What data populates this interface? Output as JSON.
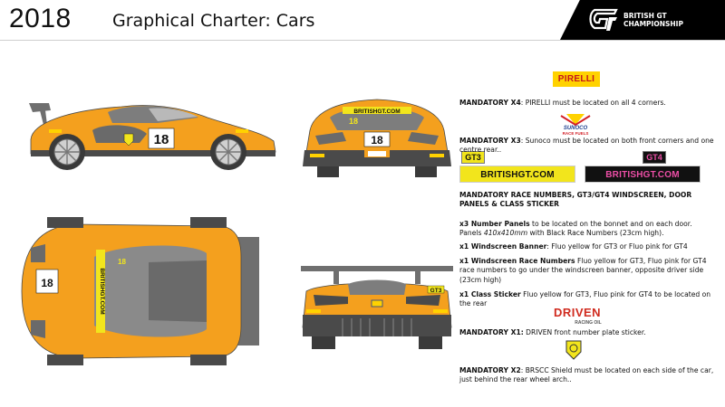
{
  "header": {
    "year": "2018",
    "title": "Graphical Charter: Cars",
    "logo_line1": "BRITISH GT",
    "logo_line2": "CHAMPIONSHIP"
  },
  "colors": {
    "car_orange": "#f4a01e",
    "car_grey": "#7d7d7d",
    "fluo_yellow": "#f2e51c",
    "fluo_pink": "#ec4ea6",
    "pirelli_yellow": "#ffd200",
    "pirelli_red": "#c4161c",
    "driven_red": "#d02b1f"
  },
  "car": {
    "race_number": "18",
    "door_text": "BRITISHGT.COM",
    "bonnet_text": "BRITISHGT.COM",
    "gt3_tag": "GT3"
  },
  "badges": {
    "pirelli": "PIRELLI",
    "sunoco_top": "SUNOCO",
    "sunoco_bottom": "RACE FUELS",
    "gt3_label": "GT3",
    "gt4_label": "GT4",
    "windscreen_gt3": "BRITISHGT.COM",
    "windscreen_gt4": "BRITISHGT.COM",
    "driven": "DRIVEN",
    "driven_sub": "RACING OIL"
  },
  "sections": {
    "pirelli": {
      "heading": "MANDATORY X4",
      "text": ": PIRELLI must be located on all 4 corners."
    },
    "sunoco": {
      "heading": "MANDATORY X3",
      "text": ": Sunoco must be located on both front corners and one centre rear.."
    },
    "numbers_heading": "MANDATORY RACE NUMBERS, GT3/GT4 WINDSCREEN, DOOR PANELS & CLASS STICKER",
    "number_panels": {
      "heading": "x3 Number Panels",
      "text1": " to be located on the bonnet and on each door. Panels ",
      "italic": "410x410mm",
      "text2": " with Black Race Numbers (23cm  high)."
    },
    "windscreen": {
      "heading": "x1 Windscreen Banner",
      "text": ": Fluo yellow for GT3 or  Fluo  pink for GT4"
    },
    "race_numbers": {
      "heading": "x1 Windscreen Race Numbers",
      "text": " Fluo yellow for GT3, Fluo pink for GT4 race numbers to go under the windscreen banner, opposite driver side (23cm high)"
    },
    "class_sticker": {
      "heading": "x1 Class Sticker",
      "text": " Fluo yellow for GT3, Fluo pink for GT4 to be located on the rear"
    },
    "driven": {
      "heading": "MANDATORY X1:",
      "text": " DRIVEN front number plate sticker."
    },
    "brscc": {
      "heading": "MANDATORY X2",
      "text": ": BRSCC Shield must be located on each side of the car, just behind the rear wheel arch.."
    }
  }
}
